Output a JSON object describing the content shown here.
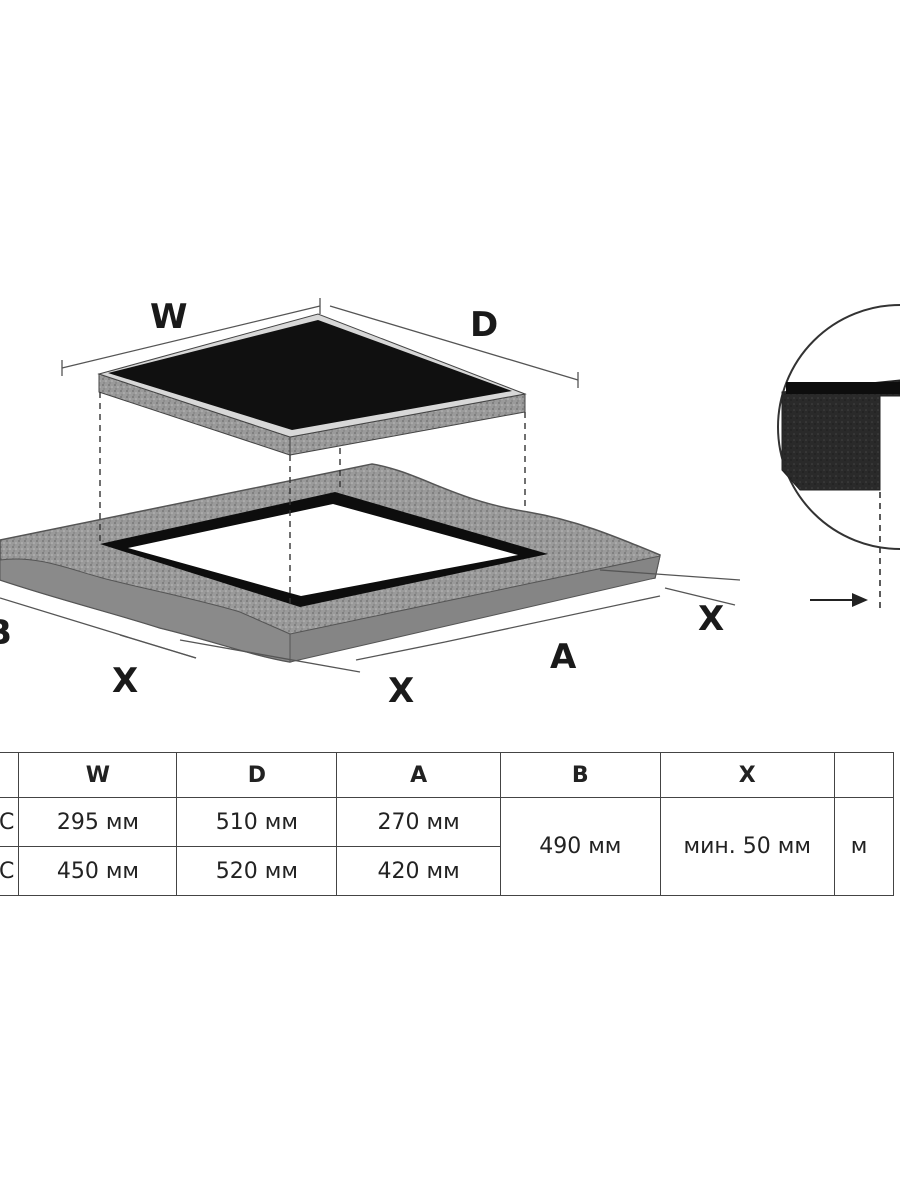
{
  "diagram": {
    "labels": {
      "w": "W",
      "d": "D",
      "a": "A",
      "b": "B",
      "x_left": "X",
      "x_front": "X",
      "x_right": "X"
    }
  },
  "table": {
    "headers": [
      "",
      "W",
      "D",
      "A",
      "B",
      "X",
      ""
    ],
    "rows": [
      {
        "model": "C",
        "w": "295 мм",
        "d": "510 мм",
        "a": "270 мм"
      },
      {
        "model": "C",
        "w": "450 мм",
        "d": "520 мм",
        "a": "420 мм"
      }
    ],
    "b_value": "490 мм",
    "x_value": "мин. 50 мм",
    "last_value": "м"
  }
}
